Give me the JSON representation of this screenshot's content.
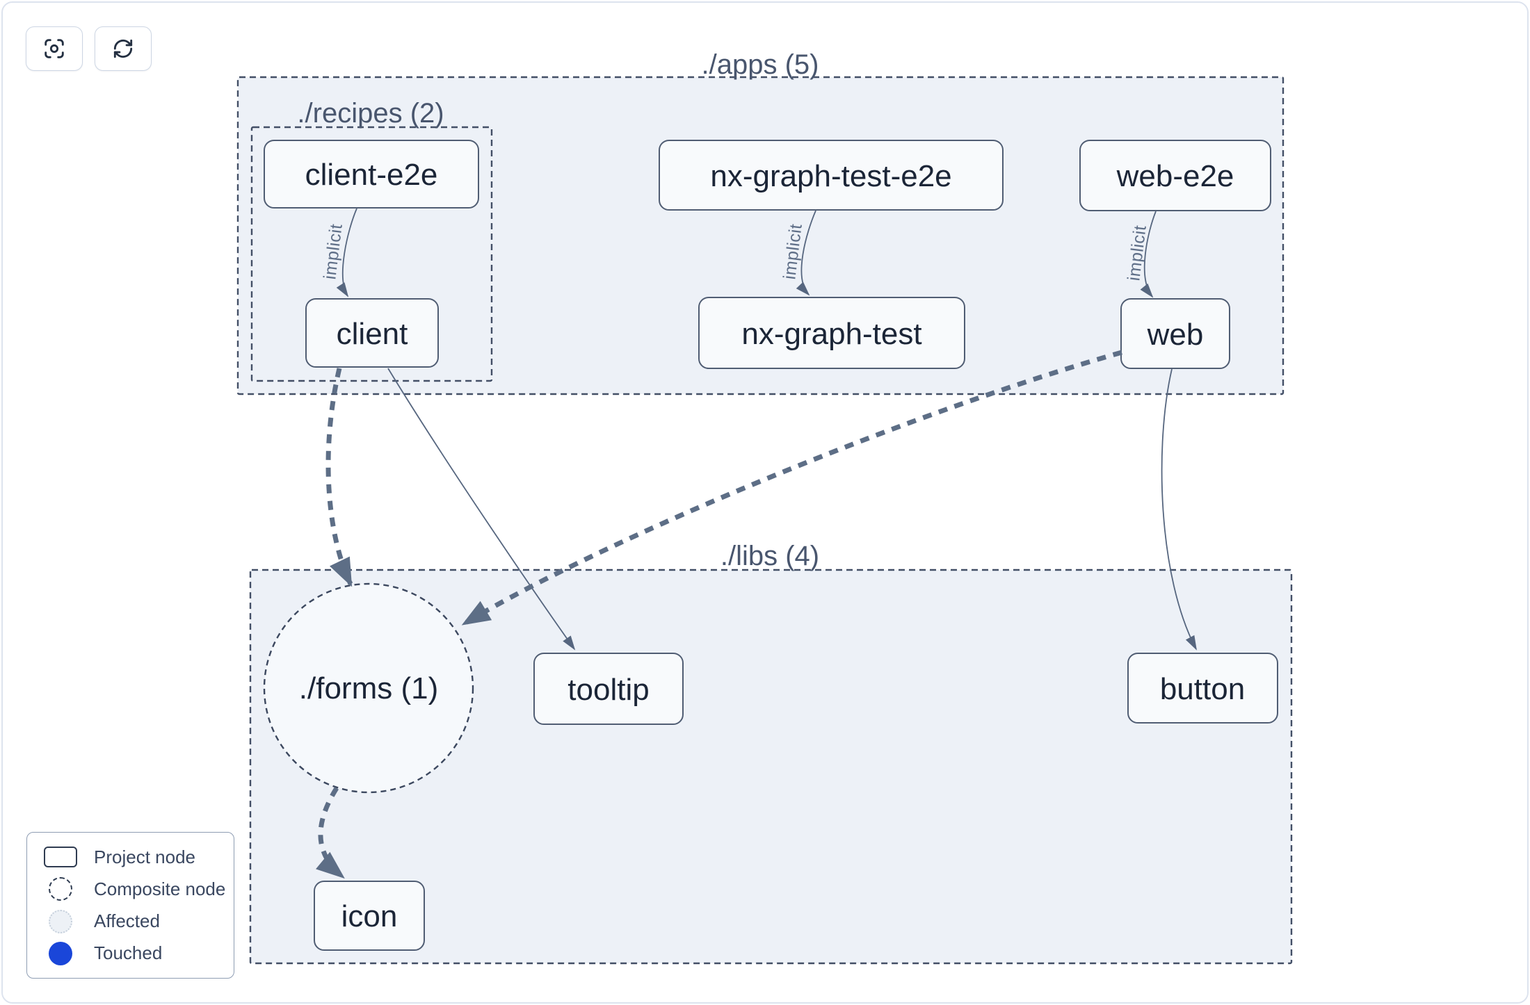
{
  "toolbar": {
    "buttons": [
      {
        "name": "center-graph",
        "icon": "focus-center-icon"
      },
      {
        "name": "refresh-graph",
        "icon": "refresh-icon"
      }
    ]
  },
  "graph": {
    "clusters": [
      {
        "label": "./apps (5)",
        "count": 5
      },
      {
        "label": "./recipes (2)",
        "count": 2
      },
      {
        "label": "./libs (4)",
        "count": 4
      }
    ],
    "composite": {
      "label": "./forms (1)",
      "count": 1
    },
    "nodes": [
      {
        "label": "client-e2e"
      },
      {
        "label": "nx-graph-test-e2e"
      },
      {
        "label": "web-e2e"
      },
      {
        "label": "client"
      },
      {
        "label": "nx-graph-test"
      },
      {
        "label": "web"
      },
      {
        "label": "tooltip"
      },
      {
        "label": "button"
      },
      {
        "label": "icon"
      }
    ],
    "edges": [
      {
        "from": "client-e2e",
        "to": "client",
        "label": "implicit",
        "style": "thin-solid"
      },
      {
        "from": "nx-graph-test-e2e",
        "to": "nx-graph-test",
        "label": "implicit",
        "style": "thin-solid"
      },
      {
        "from": "web-e2e",
        "to": "web",
        "label": "implicit",
        "style": "thin-solid"
      },
      {
        "from": "client",
        "to": "./forms (1)",
        "label": "",
        "style": "thick-dashed"
      },
      {
        "from": "client",
        "to": "tooltip",
        "label": "",
        "style": "thin-solid"
      },
      {
        "from": "web",
        "to": "./forms (1)",
        "label": "",
        "style": "thick-dashed"
      },
      {
        "from": "web",
        "to": "button",
        "label": "",
        "style": "thin-solid"
      },
      {
        "from": "./forms (1)",
        "to": "icon",
        "label": "",
        "style": "thick-dashed"
      }
    ]
  },
  "legend": {
    "items": [
      {
        "swatch": "project-node",
        "label": "Project node"
      },
      {
        "swatch": "composite-node",
        "label": "Composite node"
      },
      {
        "swatch": "affected",
        "label": "Affected"
      },
      {
        "swatch": "touched",
        "label": "Touched"
      }
    ]
  },
  "colors": {
    "cluster_fill": "#edf1f7",
    "cluster_border": "#434f66",
    "node_fill": "#f8fafc",
    "node_border": "#505d73",
    "node_text": "#1b2537",
    "cluster_label": "#49566e",
    "edge_thin": "#56667f",
    "edge_thick": "#5d6e86",
    "touched_blue": "#1a46d9",
    "card_border": "#dde3ee"
  }
}
